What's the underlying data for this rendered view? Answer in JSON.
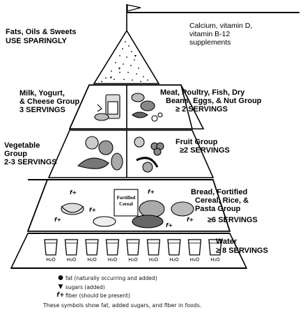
{
  "tiers": [
    {
      "id": "fats",
      "lines": [
        "Fats, Oils & Sweets",
        "USE SPARINGLY"
      ]
    },
    {
      "id": "dairy",
      "lines": [
        "Milk, Yogurt,",
        "& Cheese Group",
        "3 SERVINGS"
      ]
    },
    {
      "id": "meat",
      "lines": [
        "Meat, Poultry, Fish, Dry",
        "Beans, Eggs, & Nut Group",
        "≥ 2 SERVINGS"
      ]
    },
    {
      "id": "vegetable",
      "lines": [
        "Vegetable",
        "Group",
        "2-3 SERVINGS"
      ]
    },
    {
      "id": "fruit",
      "lines": [
        "Fruit Group",
        "≥2 SERVINGS"
      ]
    },
    {
      "id": "grains",
      "lines": [
        "Bread, Fortified",
        "Cereal, Rice, &",
        "Pasta Group",
        "≥6 SERVINGS"
      ]
    },
    {
      "id": "water",
      "lines": [
        "Water",
        "≥ 8 SERVINGS"
      ]
    }
  ],
  "supplements": [
    "Calcium, vitamin D,",
    "vitamin B-12",
    "supplements"
  ],
  "water_glass_label": "H₂O",
  "cereal_box_text": [
    "Fortified",
    "Cereal"
  ],
  "legend": [
    {
      "symbol": "●",
      "icon": "fat-dot-icon",
      "text": "fat (naturally occurring and added)"
    },
    {
      "symbol": "▼",
      "icon": "sugar-triangle-icon",
      "text": "sugars (added)"
    },
    {
      "symbol": "f+",
      "icon": "fiber-icon",
      "text": "fiber (should be present)"
    }
  ],
  "caption": "These symbols show fat, added sugars, and fiber in foods."
}
